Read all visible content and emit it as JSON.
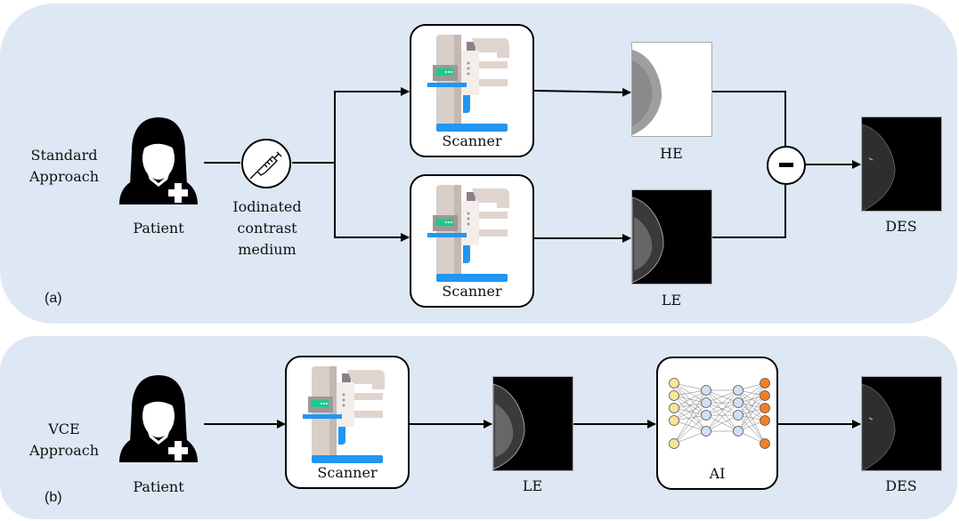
{
  "panels": {
    "a": {
      "tag": "(a)",
      "approach": [
        "Standard",
        "Approach"
      ],
      "patient_label": "Patient",
      "contrast_label": [
        "Iodinated",
        "contrast",
        "medium"
      ],
      "scanner_top_label": "Scanner",
      "scanner_bottom_label": "Scanner",
      "he_label": "HE",
      "le_label": "LE",
      "des_label": "DES",
      "operator": "subtract"
    },
    "b": {
      "tag": "(b)",
      "approach": [
        "VCE",
        "Approach"
      ],
      "patient_label": "Patient",
      "scanner_label": "Scanner",
      "le_label": "LE",
      "ai_label": "AI",
      "des_label": "DES"
    }
  },
  "colors": {
    "panel_bg": "#dde8f4",
    "scanner_blue": "#2196f3",
    "nn_input": "#fbe39a",
    "nn_hidden": "#cfe0f7",
    "nn_output": "#f57f26"
  },
  "icons": {
    "patient": "female-patient-icon",
    "contrast": "syringe-icon",
    "scanner": "mammography-scanner-icon",
    "ai": "neural-network-icon",
    "operator": "minus-circle-icon"
  }
}
